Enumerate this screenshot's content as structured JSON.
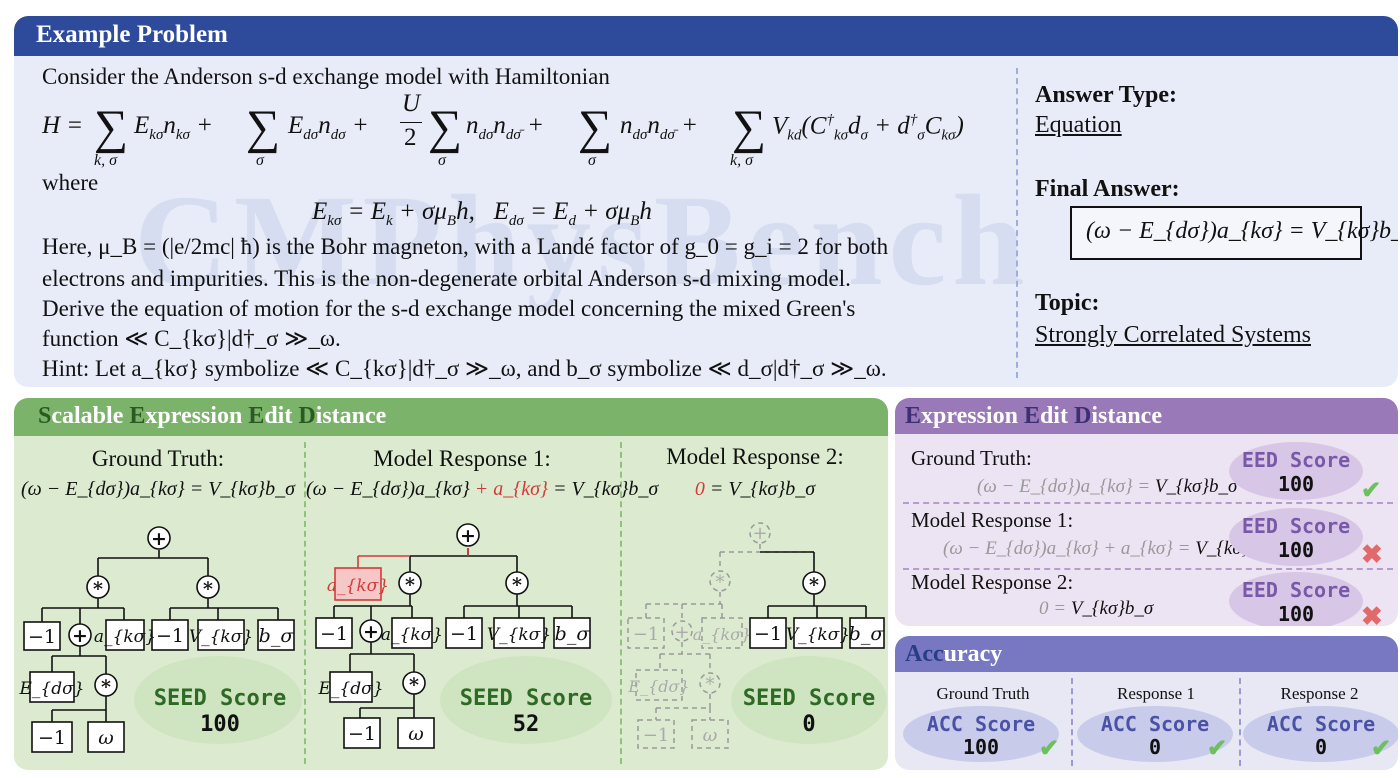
{
  "problem": {
    "header": "Example Problem",
    "watermark": "CMPhysBench",
    "line1": "Consider the Anderson s-d exchange model with Hamiltonian",
    "hamiltonian": "H = Σ_{k,σ} E_{kσ}n_{kσ} + Σ_σ E_{dσ}n_{dσ} + (U/2) Σ_σ n_{dσ}n_{dσ̄} + Σ_σ n_{dσ}n_{dσ̄} + Σ_{k,σ} V_{kd}(C†_{kσ}d_σ + d†_σC_{kσ})",
    "where": "where",
    "energies": "E_{kσ} = E_k + σμ_Bh,   E_{dσ} = E_d + σμ_Bh",
    "here": "Here, μ_B = (|e/2mc| ħ) is the Bohr magneton, with a Landé factor of g_0 = g_i = 2 for both",
    "line_b": "electrons and impurities. This is the non-degenerate orbital Anderson s-d mixing model.",
    "line_c": "Derive the equation of motion for the s-d exchange model concerning the mixed Green's",
    "line_d": "function ≪ C_{kσ}|d†_σ ≫_ω.",
    "hint": "Hint: Let a_{kσ} symbolize ≪ C_{kσ}|d†_σ ≫_ω, and b_σ symbolize ≪ d_σ|d†_σ ≫_ω."
  },
  "answer": {
    "type_label": "Answer Type:",
    "type_value": "Equation",
    "final_label": "Final Answer:",
    "final_value": "(ω − E_{dσ})a_{kσ} = V_{kσ}b_σ",
    "topic_label": "Topic:",
    "topic_value": "Strongly Correlated Systems"
  },
  "seed": {
    "header_letters": [
      "S",
      "E",
      "E",
      "D"
    ],
    "header_rest": [
      "calable ",
      "xpression ",
      "dit ",
      "istance"
    ],
    "score_label": "SEED Score",
    "columns": [
      {
        "title": "Ground Truth:",
        "expr": "(ω − E_{dσ})a_{kσ} = V_{kσ}b_σ",
        "score": "100"
      },
      {
        "title": "Model Response 1:",
        "expr_plain": "(ω − E_{dσ})a_{kσ}",
        "expr_red": " + a_{kσ}",
        "expr_end": " = V_{kσ}b_σ",
        "score": "52"
      },
      {
        "title": "Model Response 2:",
        "expr_red": "0",
        "expr_end": " = V_{kσ}b_σ",
        "score": "0"
      }
    ]
  },
  "eed": {
    "header_letters": [
      "E",
      "E",
      "D"
    ],
    "header_rest": [
      "xpression ",
      "dit ",
      "istance"
    ],
    "score_label": "EED Score",
    "rows": [
      {
        "label": "Ground Truth:",
        "expr_grey": "(ω − E_{dσ})a_{kσ} = ",
        "expr_dark": "V_{kσ}b_σ",
        "score": "100",
        "mark": "check"
      },
      {
        "label": "Model Response 1:",
        "expr_grey": "(ω − E_{dσ})a_{kσ} + a_{kσ} = ",
        "expr_dark": "V_{kσ}b_σ",
        "score": "100",
        "mark": "cross"
      },
      {
        "label": "Model Response 2:",
        "expr_grey": "0 = ",
        "expr_dark": "V_{kσ}b_σ",
        "score": "100",
        "mark": "cross"
      }
    ]
  },
  "accuracy": {
    "header_letters": [
      "Acc"
    ],
    "header_rest": [
      "uracy"
    ],
    "score_label": "ACC Score",
    "columns": [
      {
        "label": "Ground Truth",
        "score": "100",
        "mark": "check"
      },
      {
        "label": "Response 1",
        "score": "0",
        "mark": "check"
      },
      {
        "label": "Response 2",
        "score": "0",
        "mark": "check"
      }
    ]
  },
  "tree_labels": {
    "plus": "+",
    "times": "*",
    "minus_one": "−1",
    "a": "a_{kσ}",
    "v": "V_{kσ}",
    "b": "b_σ",
    "e": "E_{dσ}",
    "omega": "ω"
  },
  "colors": {
    "blue_header": "#2e4a9a",
    "green_header": "#7cb36a",
    "purple_header": "#9a79b8",
    "acc_header": "#7878c2",
    "red": "#d43a3a",
    "check": "#6cc15c",
    "cross": "#e06a6a"
  }
}
